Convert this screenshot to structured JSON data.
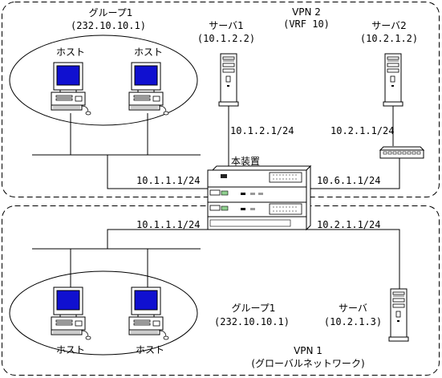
{
  "vpn2": {
    "title": "VPN 2",
    "vrf": "(VRF 10)",
    "group": {
      "name": "グループ1",
      "address": "(232.10.10.1)",
      "hosts": [
        "ホスト",
        "ホスト"
      ]
    },
    "server1": {
      "name": "サーバ1",
      "address": "(10.1.2.2)",
      "link": "10.1.2.1/24"
    },
    "server2": {
      "name": "サーバ2",
      "address": "(10.2.1.2)",
      "link": "10.2.1.1/24"
    },
    "router_left_link": "10.1.1.1/24",
    "router_right_link": "10.6.1.1/24"
  },
  "device": {
    "label": "本装置"
  },
  "vpn1": {
    "title": "VPN 1",
    "subtitle": "(グローバルネットワーク)",
    "group": {
      "name": "グループ1",
      "address": "(232.10.10.1)",
      "hosts": [
        "ホスト",
        "ホスト"
      ]
    },
    "server": {
      "name": "サーバ",
      "address": "(10.2.1.3)"
    },
    "left_link": "10.1.1.1/24",
    "right_link": "10.2.1.1/24"
  },
  "colors": {
    "screen": "#0000cc",
    "outline": "#000000",
    "background": "#ffffff"
  }
}
